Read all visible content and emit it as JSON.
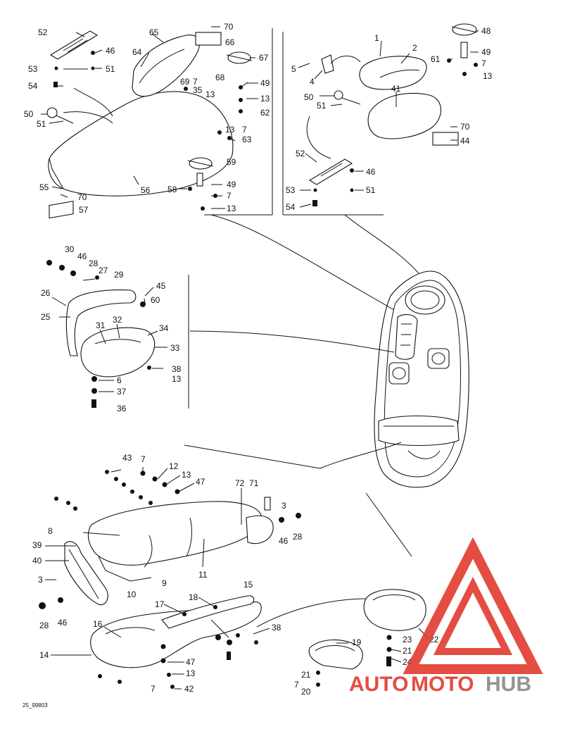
{
  "drawing_code": "25_99803",
  "labels": {
    "l1": "1",
    "l2": "2",
    "l3": "3",
    "l4": "4",
    "l5": "5",
    "l6": "6",
    "l7": "7",
    "l8": "8",
    "l9": "9",
    "l10": "10",
    "l11": "11",
    "l12": "12",
    "l13": "13",
    "l14": "14",
    "l15": "15",
    "l16": "16",
    "l17": "17",
    "l18": "18",
    "l19": "19",
    "l20": "20",
    "l21": "21",
    "l22": "22",
    "l23": "23",
    "l24": "24",
    "l25": "25",
    "l26": "26",
    "l27": "27",
    "l28": "28",
    "l29": "29",
    "l30": "30",
    "l31": "31",
    "l32": "32",
    "l33": "33",
    "l34": "34",
    "l35": "35",
    "l36": "36",
    "l37": "37",
    "l38": "38",
    "l39": "39",
    "l40": "40",
    "l41": "41",
    "l42": "42",
    "l43": "43",
    "l44": "44",
    "l45": "45",
    "l46": "46",
    "l47": "47",
    "l48": "48",
    "l49": "49",
    "l50": "50",
    "l51": "51",
    "l52": "52",
    "l53": "53",
    "l54": "54",
    "l55": "55",
    "l56": "56",
    "l57": "57",
    "l58": "58",
    "l59": "59",
    "l60": "60",
    "l61": "61",
    "l62": "62",
    "l63": "63",
    "l64": "64",
    "l65": "65",
    "l66": "66",
    "l67": "67",
    "l68": "68",
    "l69": "69",
    "l70": "70",
    "l71": "71",
    "l72": "72"
  },
  "watermark": {
    "part1": "AUTO",
    "part2": "MOTO",
    "part3": "HUB",
    "color_red": "#e23a2e",
    "color_grey": "#8a8a8a"
  }
}
